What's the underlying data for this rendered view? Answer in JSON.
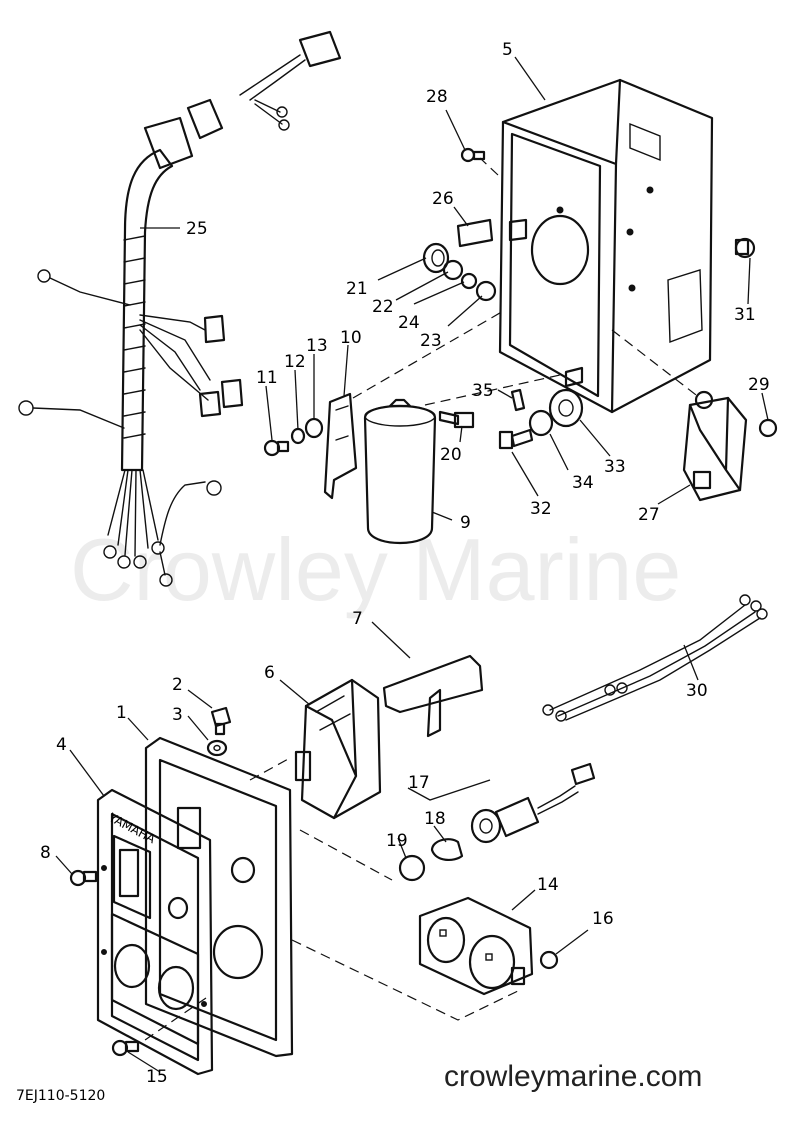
{
  "watermark": "Crowley Marine",
  "footer_url": "crowleymarine.com",
  "drawing_code": "7EJ110-5120",
  "panel_brand": "YAMAHA",
  "callouts": [
    "1",
    "2",
    "3",
    "4",
    "5",
    "6",
    "7",
    "8",
    "9",
    "10",
    "11",
    "12",
    "13",
    "14",
    "15",
    "16",
    "17",
    "18",
    "19",
    "20",
    "21",
    "22",
    "23",
    "24",
    "25",
    "26",
    "27",
    "28",
    "29",
    "30",
    "31",
    "32",
    "33",
    "34",
    "35"
  ]
}
